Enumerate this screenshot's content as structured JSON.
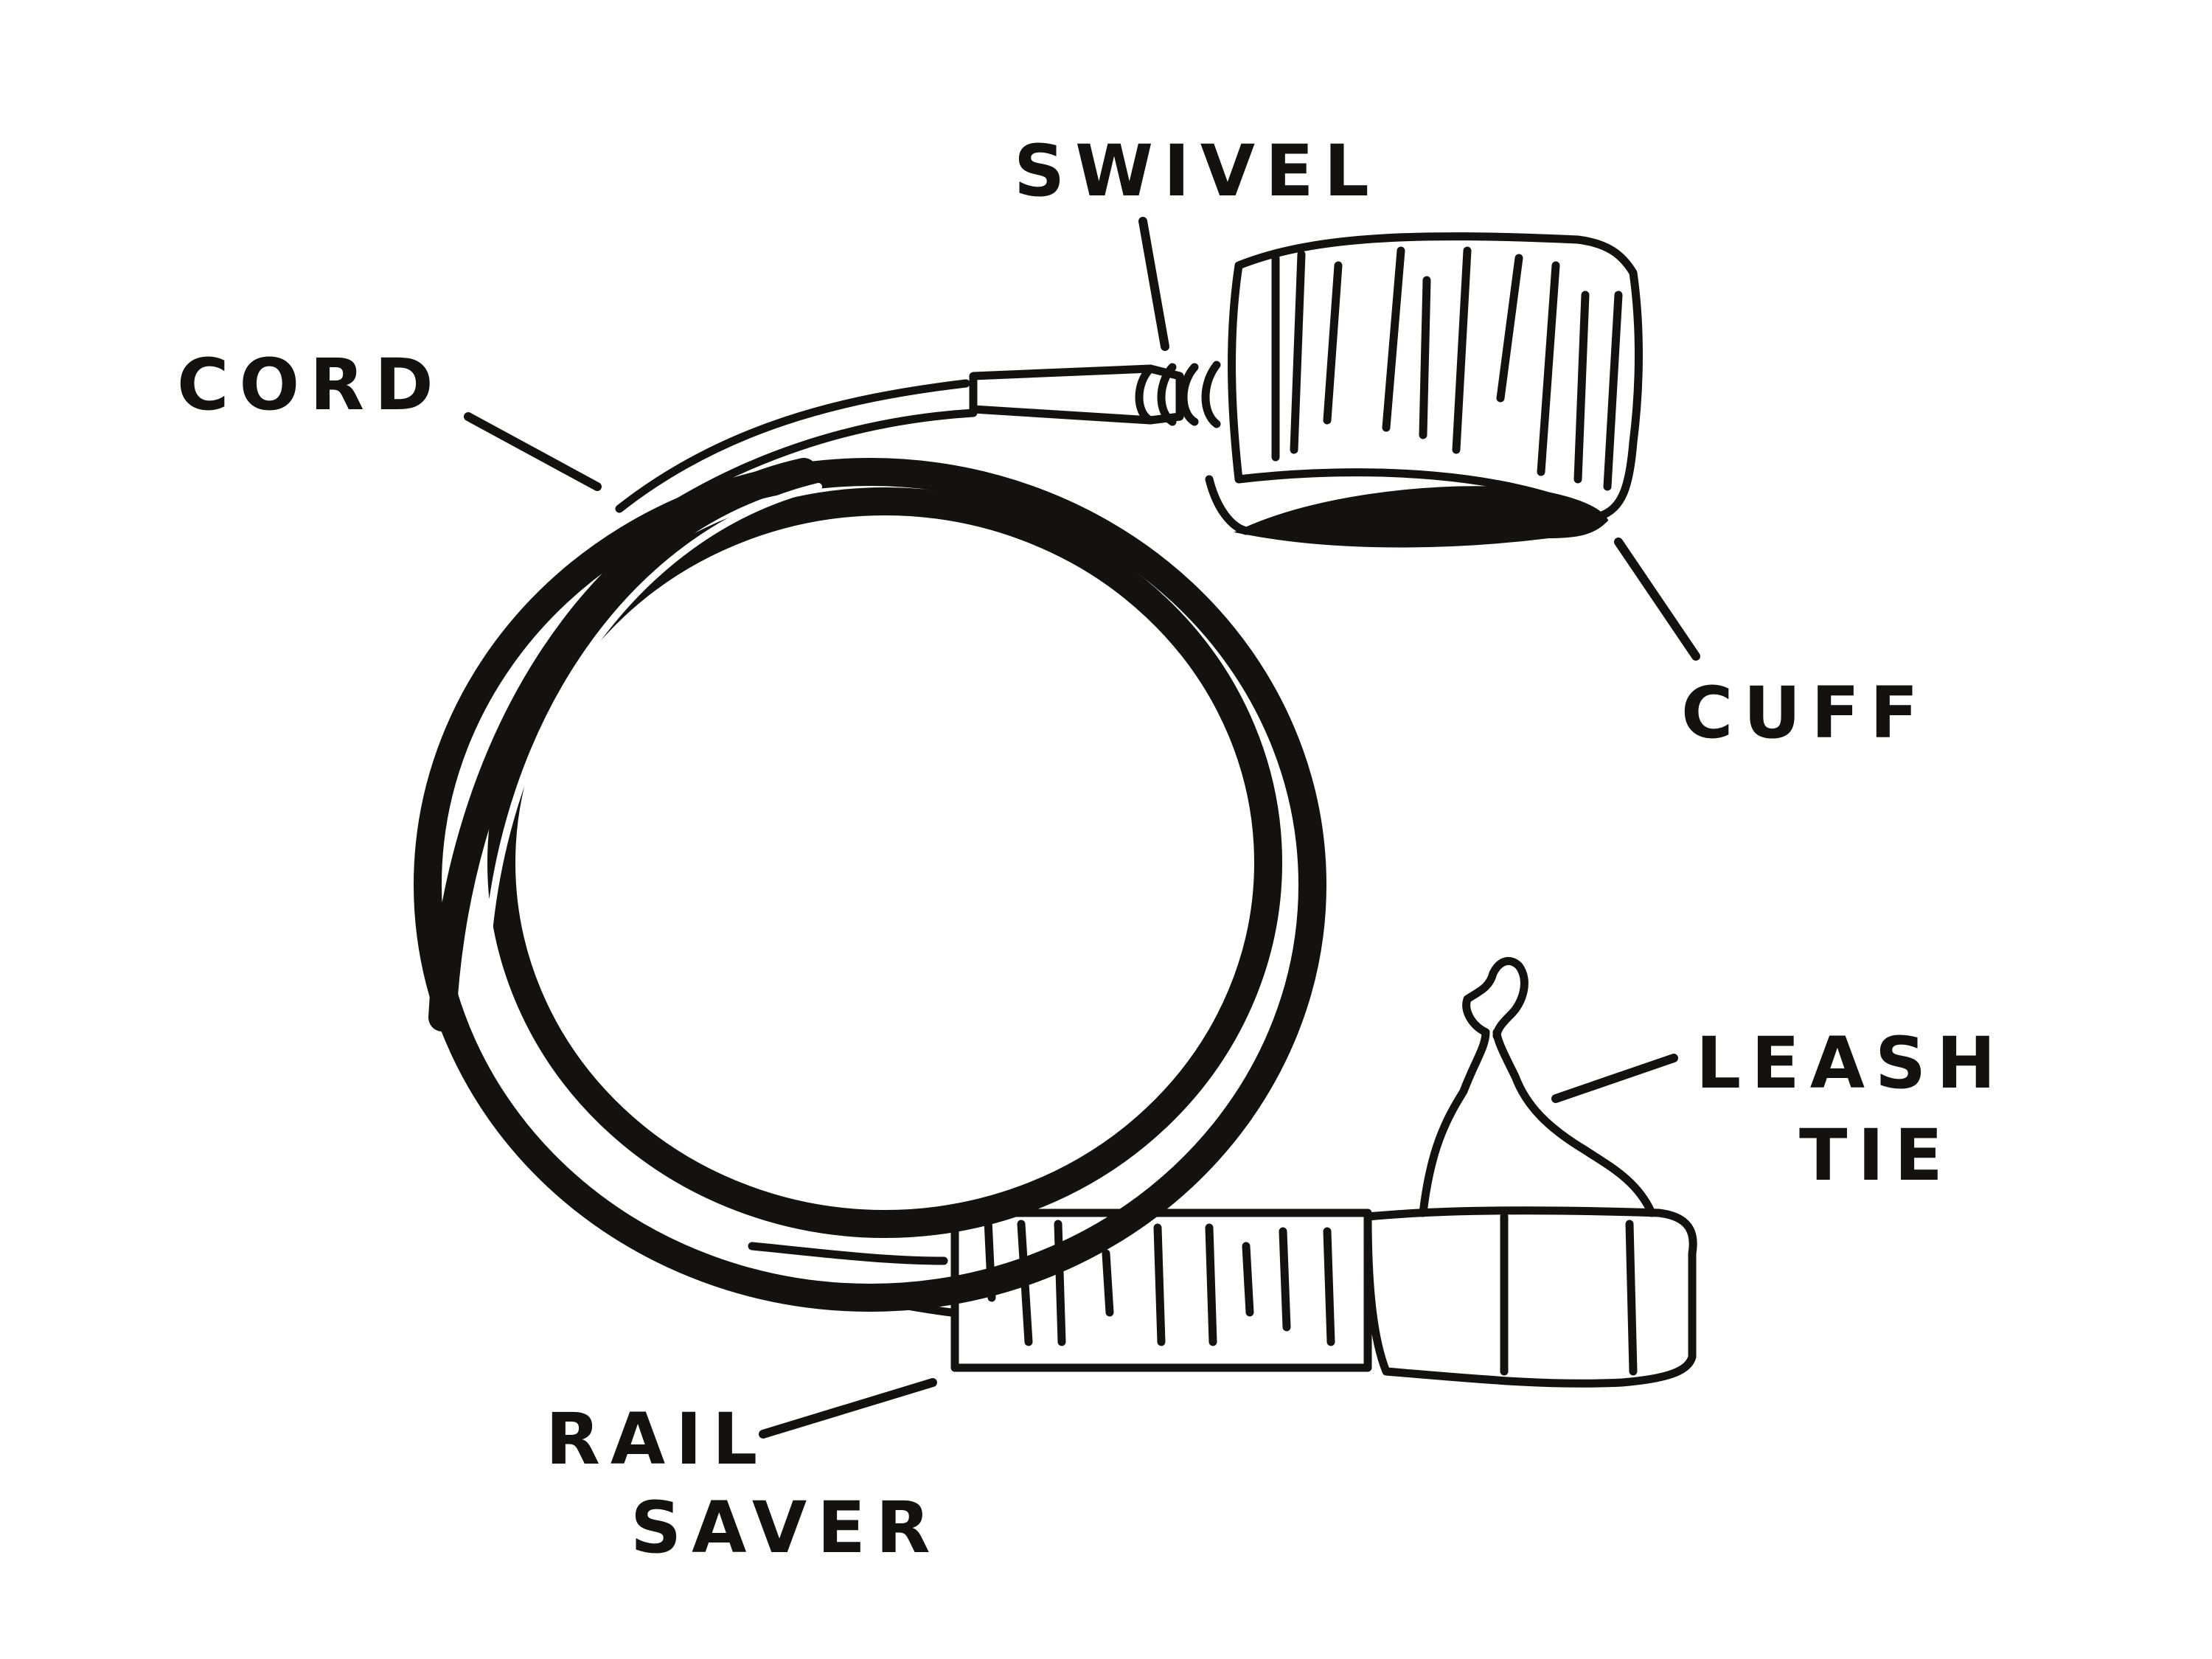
{
  "diagram": {
    "subject": "surf leash",
    "labels": {
      "swivel": "SWIVEL",
      "cord": "CORD",
      "cuff": "CUFF",
      "leash": "LEASH",
      "tie": "TIE",
      "rail": "RAIL",
      "saver": "SAVER"
    },
    "colors": {
      "ink": "#141111",
      "background": "#ffffff"
    }
  }
}
